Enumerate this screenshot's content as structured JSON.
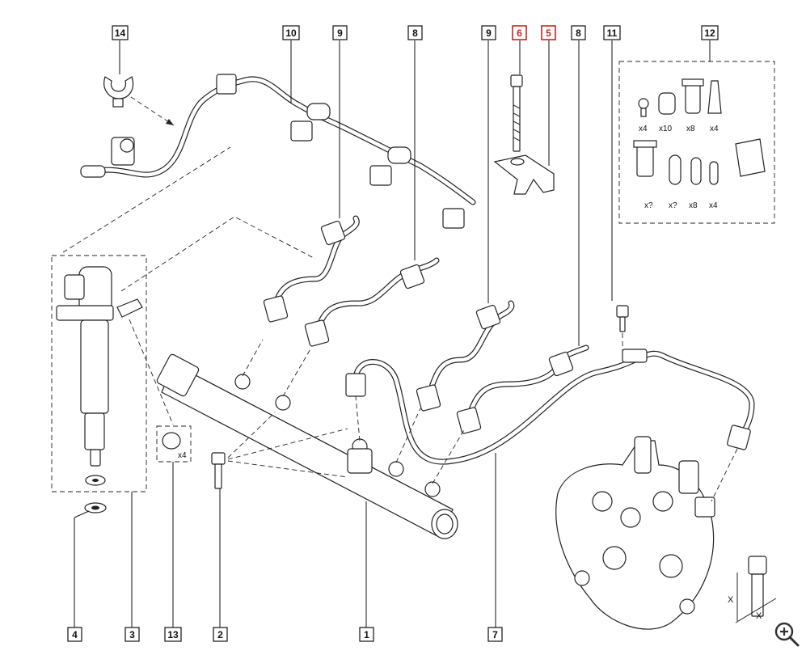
{
  "callouts": {
    "c14": "14",
    "c10": "10",
    "c9a": "9",
    "c8a": "8",
    "c9b": "9",
    "c6": "6",
    "c5": "5",
    "c8b": "8",
    "c11": "11",
    "c12": "12",
    "c4": "4",
    "c3": "3",
    "c13": "13",
    "c2": "2",
    "c1": "1",
    "c7": "7"
  },
  "kit_quantities": {
    "q1": "x4",
    "q2": "x10",
    "q3": "x8",
    "q4": "x4",
    "q5": "x?",
    "q6": "x?",
    "q7": "x8",
    "q8": "x4"
  },
  "seal_quantity": "x4",
  "dimension_labels": {
    "x1": "X",
    "x2": "X"
  },
  "zoom_icon": "zoom-in-icon",
  "highlight_color": "#cc2222"
}
